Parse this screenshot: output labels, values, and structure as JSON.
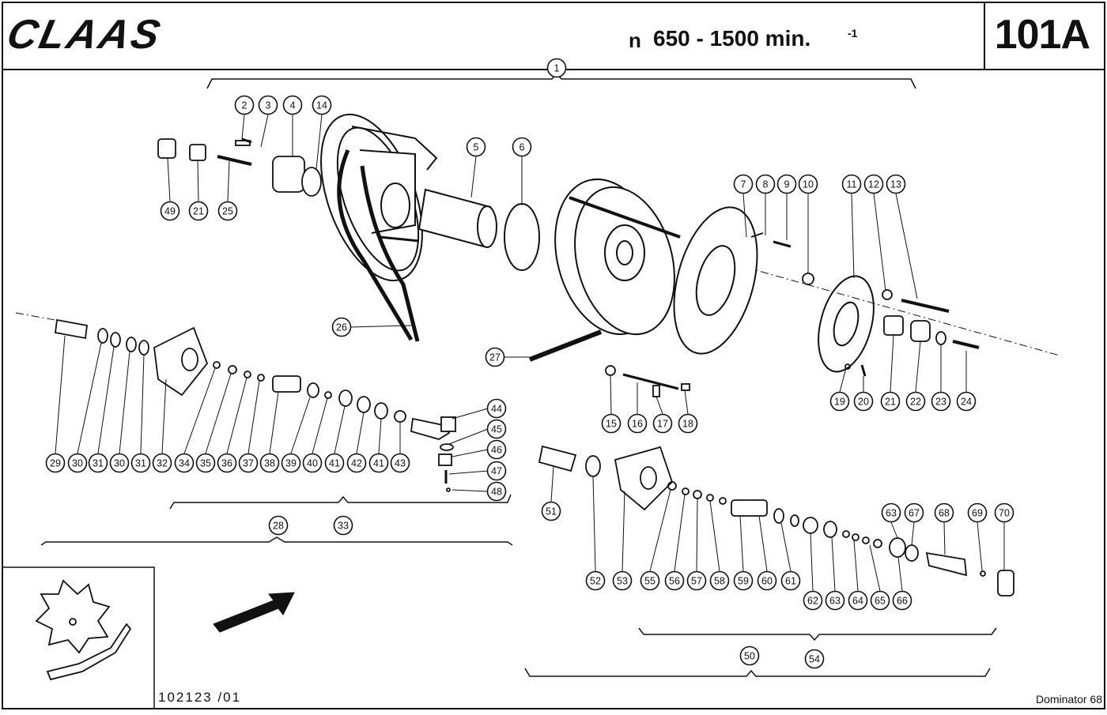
{
  "header": {
    "brand": "CLAAS",
    "speed_prefix": "n",
    "speed_range": "650 - 1500 min.",
    "speed_exponent": "-1",
    "plate_number": "101A"
  },
  "footer": {
    "drawing_number": "102123 /01",
    "model": "Dominator 68"
  },
  "callouts": [
    "1",
    "2",
    "3",
    "4",
    "14",
    "5",
    "6",
    "7",
    "8",
    "9",
    "10",
    "11",
    "12",
    "13",
    "49",
    "21",
    "25",
    "26",
    "27",
    "19",
    "20",
    "21",
    "22",
    "23",
    "24",
    "15",
    "16",
    "17",
    "18",
    "29",
    "30",
    "31",
    "30",
    "31",
    "32",
    "34",
    "35",
    "36",
    "37",
    "38",
    "39",
    "40",
    "41",
    "42",
    "41",
    "43",
    "44",
    "45",
    "46",
    "47",
    "48",
    "28",
    "33",
    "51",
    "52",
    "53",
    "55",
    "56",
    "57",
    "58",
    "59",
    "60",
    "61",
    "62",
    "63",
    "64",
    "65",
    "66",
    "63",
    "67",
    "68",
    "69",
    "70",
    "50",
    "54"
  ]
}
